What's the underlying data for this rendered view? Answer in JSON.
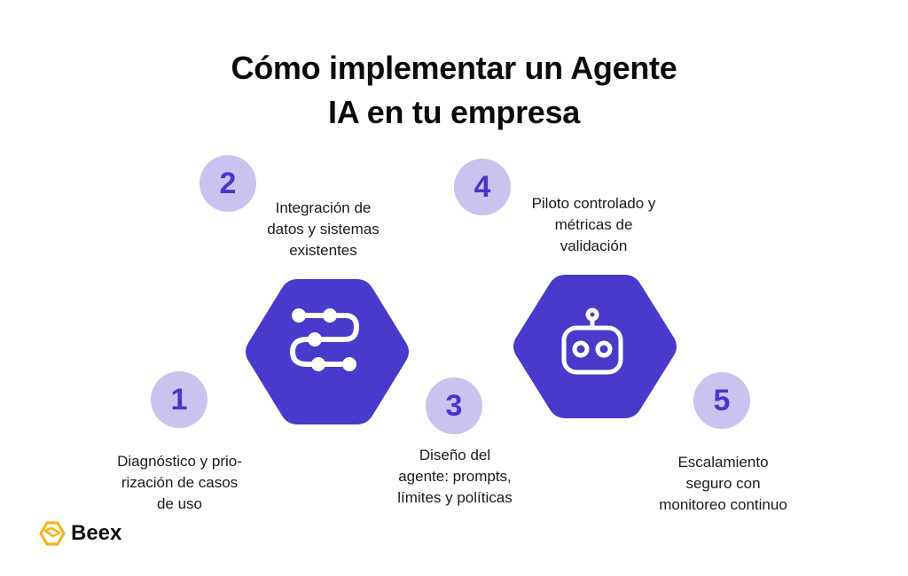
{
  "title": {
    "line1": "Cómo implementar un Agente",
    "line2": "IA en tu empresa"
  },
  "colors": {
    "hexagon": "#4a3acb",
    "badge_bg": "#c9c3f0",
    "badge_text": "#4a35c9",
    "logo": "#f5b51c",
    "text": "#1a1a1a"
  },
  "steps": [
    {
      "number": "1",
      "lines": [
        "Diagnóstico y prio-",
        "rización de casos",
        "de uso"
      ]
    },
    {
      "number": "2",
      "lines": [
        "Integración de",
        "datos y sistemas",
        "existentes"
      ]
    },
    {
      "number": "3",
      "lines": [
        "Diseño del",
        "agente: prompts,",
        "límites y políticas"
      ]
    },
    {
      "number": "4",
      "lines": [
        "Piloto controlado y",
        "métricas de",
        "validación"
      ]
    },
    {
      "number": "5",
      "lines": [
        "Escalamiento",
        "seguro con",
        "monitoreo continuo"
      ]
    }
  ],
  "hexagons": [
    {
      "icon": "workflow-path-icon"
    },
    {
      "icon": "robot-icon"
    }
  ],
  "brand": {
    "name": "Beex",
    "icon": "hexagon-logo-icon"
  }
}
